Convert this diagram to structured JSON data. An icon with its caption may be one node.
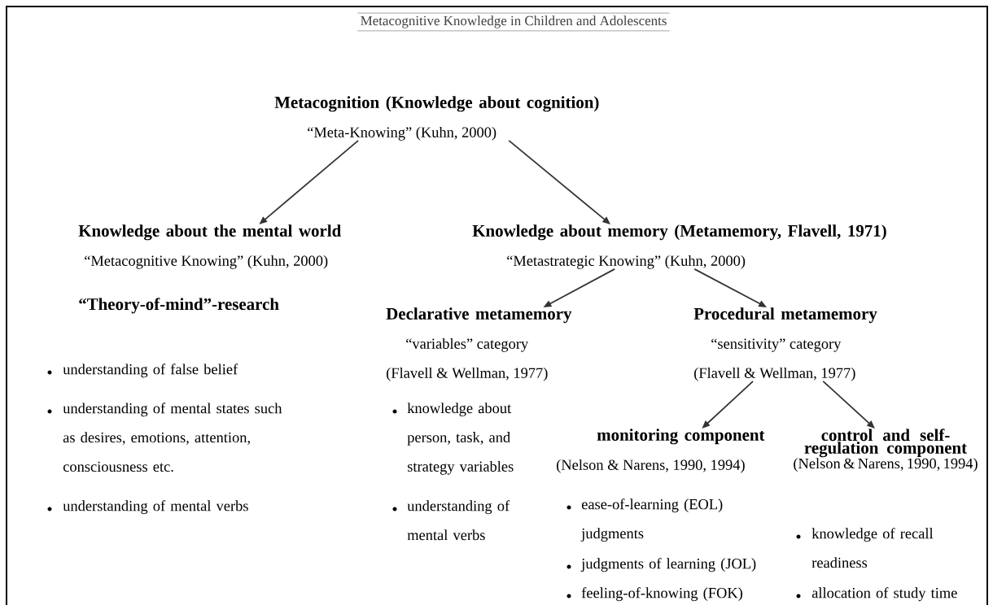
{
  "diagram": {
    "title": "Metacognitive Knowledge in Children and Adolescents",
    "nodes": [
      {
        "text": [
          "Metacognition (Knowledge about cognition)",
          "“Meta-Knowing” (Kuhn, 2000)"
        ]
      },
      {
        "text": [
          "Knowledge about the mental world",
          "“Metacognitive Knowing” (Kuhn, 2000)"
        ]
      },
      {
        "text": [
          "Knowledge about memory (Metamemory, Flavell, 1971)",
          "“Metastrategic Knowing” (Kuhn, 2000)"
        ]
      },
      {
        "text": [
          "Declarative metamemory",
          "“variables” category",
          "(Flavell & Wellman, 1977)"
        ]
      },
      {
        "text": [
          "Procedural metamemory",
          "“sensitivity” category",
          "(Flavell & Wellman, 1977)"
        ]
      },
      {
        "text": [
          "monitoring component",
          "(Nelson & Narens, 1990, 1994)"
        ]
      },
      {
        "text": [
          "control and self-regulation component",
          "(Nelson & Narens, 1990, 1994)"
        ]
      }
    ],
    "edges": [
      {
        "from": 0,
        "to": 1,
        "arrow": "to"
      },
      {
        "from": 0,
        "to": 2,
        "arrow": "to"
      },
      {
        "from": 2,
        "to": 3,
        "arrow": "to"
      },
      {
        "from": 2,
        "to": 4,
        "arrow": "to"
      },
      {
        "from": 4,
        "to": 5,
        "arrow": "to"
      },
      {
        "from": 4,
        "to": 6,
        "arrow": "to"
      }
    ],
    "labels": [
      "“Theory-of-mind”-research",
      "understanding of false belief",
      "understanding of mental states such as desires, emotions, attention, consciousness etc.",
      "understanding of mental verbs",
      "knowledge about person, task, and strategy variables",
      "understanding of mental verbs",
      "ease-of-learning (EOL) judgments",
      "knowledge of recall readiness",
      "judgments of learning (JOL)",
      "feeling-of-knowing (FOK)",
      "allocation of study time"
    ]
  }
}
